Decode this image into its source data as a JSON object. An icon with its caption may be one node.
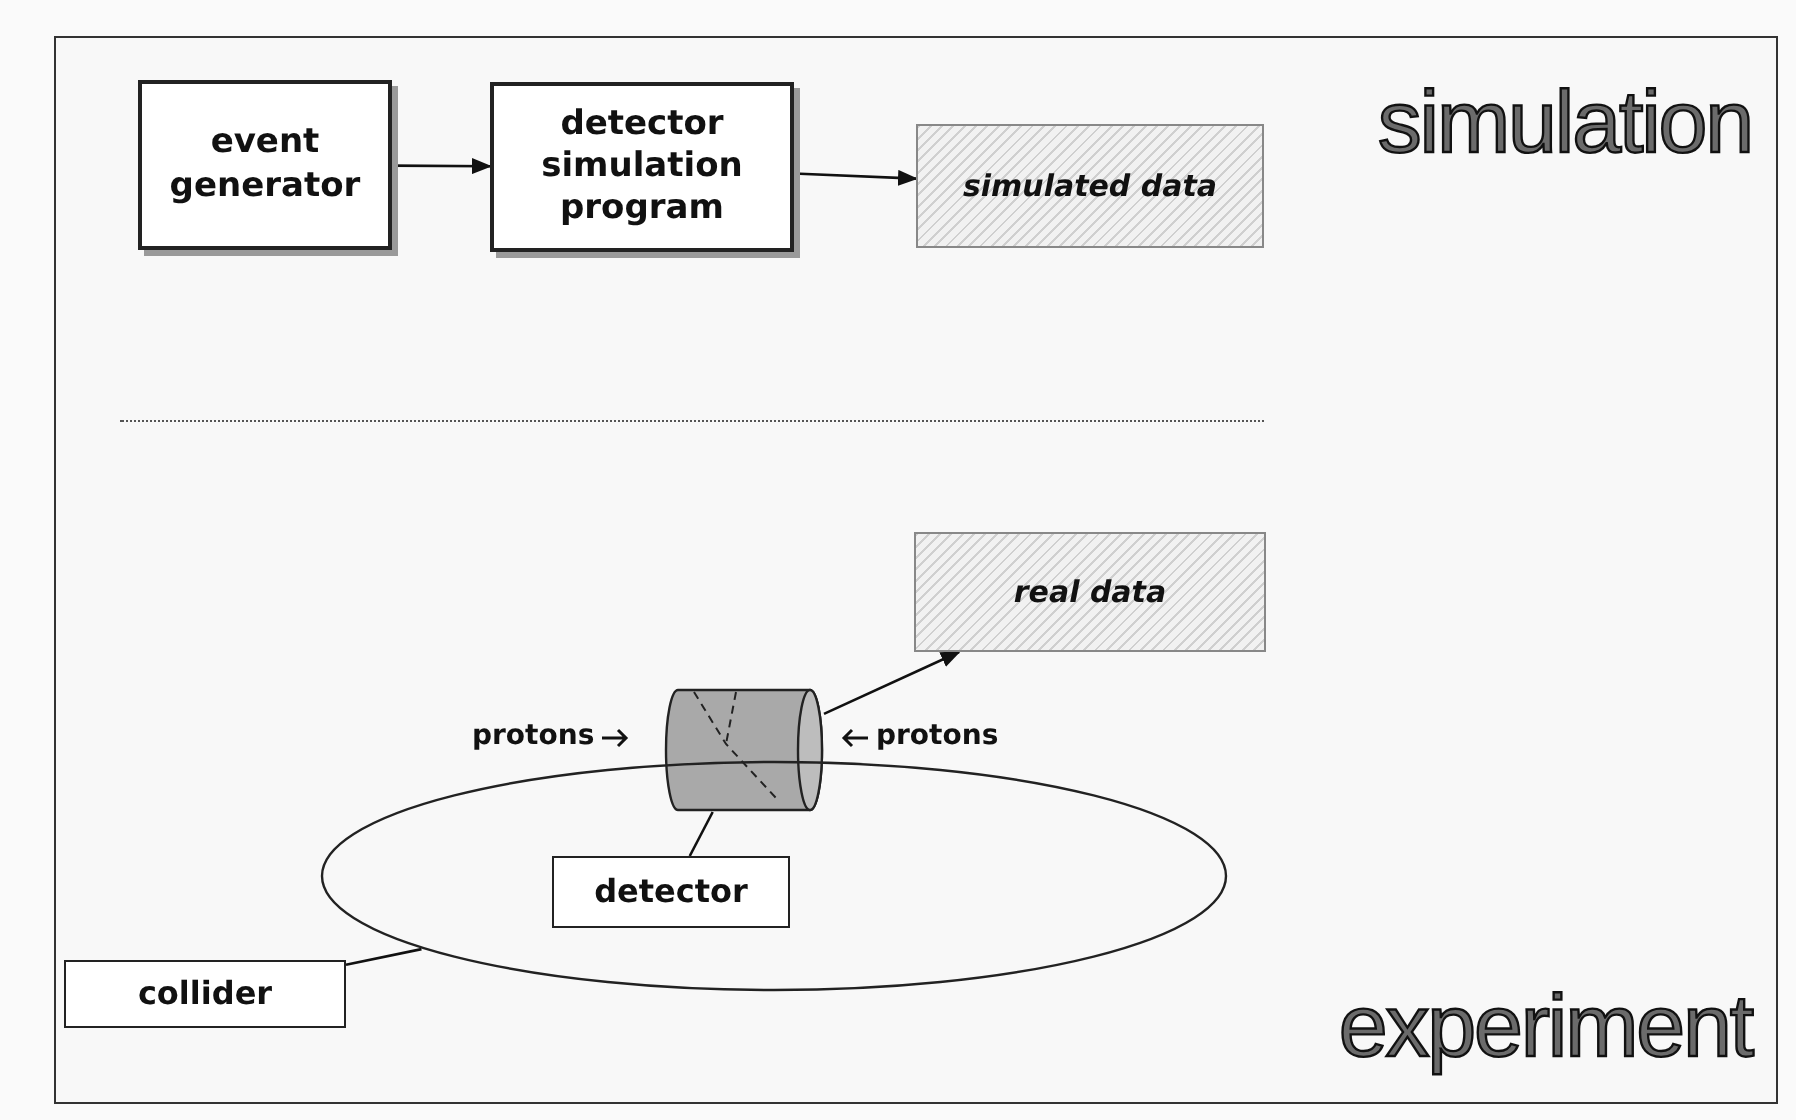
{
  "diagram": {
    "nodes": [
      {
        "text": [
          "event generator"
        ]
      },
      {
        "text": [
          "detector simulation program"
        ]
      },
      {
        "text": [
          "simulated data"
        ]
      },
      {
        "text": [
          "real data"
        ]
      },
      {
        "text": [],
        "shape": "cylinder"
      },
      {
        "text": [],
        "shape": "ellipse"
      },
      {
        "text": [
          "detector"
        ],
        "in": 5
      },
      {
        "text": [
          "collider"
        ]
      }
    ],
    "edges": [
      {
        "from": 0,
        "to": 1,
        "arrow": "to"
      },
      {
        "from": 1,
        "to": 2,
        "arrow": "to"
      },
      {
        "from": 4,
        "to": 3,
        "arrow": "to"
      },
      {
        "from": 6,
        "to": 4,
        "arrow": "none"
      },
      {
        "from": 7,
        "to": 5,
        "arrow": "none"
      }
    ],
    "labels": [
      "simulation",
      "protons",
      "protons",
      "experiment"
    ]
  }
}
